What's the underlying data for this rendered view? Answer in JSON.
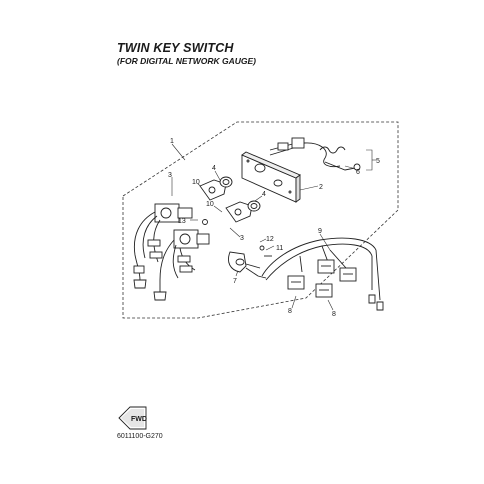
{
  "header": {
    "title": "TWIN KEY SWITCH",
    "subtitle": "(FOR DIGITAL NETWORK GAUGE)"
  },
  "footer": {
    "code": "6011100-G270"
  },
  "fwd_arrow": {
    "label": "FWD"
  },
  "callouts": {
    "c1": "1",
    "c2": "2",
    "c3a": "3",
    "c3b": "3",
    "c4a": "4",
    "c4b": "4",
    "c5": "5",
    "c6": "6",
    "c7": "7",
    "c8a": "8",
    "c8b": "8",
    "c9": "9",
    "c10a": "10",
    "c10b": "10",
    "c11": "11",
    "c12": "12",
    "c13": "13"
  }
}
